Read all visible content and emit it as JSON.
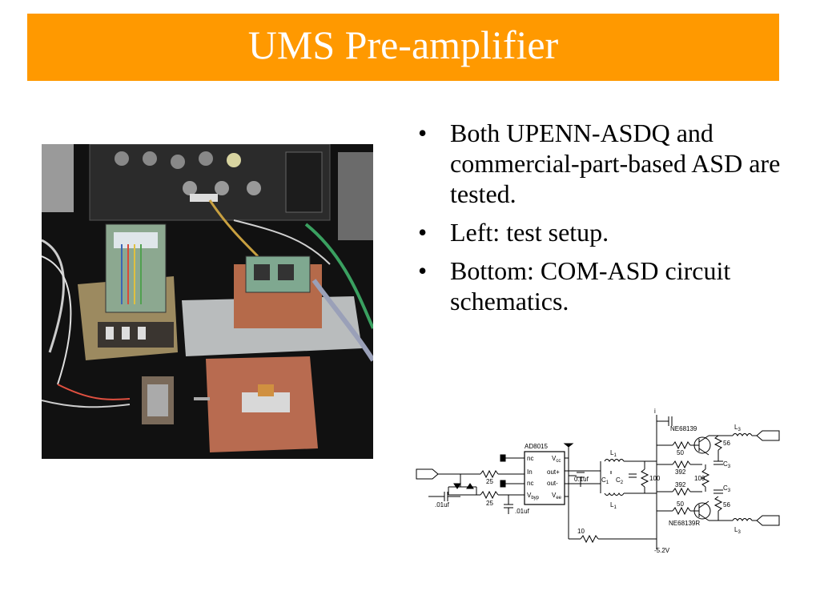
{
  "slide": {
    "title": "UMS Pre-amplifier",
    "accent_color": "#ff9900"
  },
  "bullets": [
    {
      "marker": "•",
      "text": "Both UPENN-ASDQ and commercial-part-based ASD are tested."
    },
    {
      "marker": "•",
      "text": "Left: test setup."
    },
    {
      "marker": "•",
      "text": "Bottom: COM-ASD circuit schematics."
    }
  ],
  "schematic": {
    "chip": "AD8015",
    "pins_left": [
      "nc",
      "In",
      "nc",
      "V"
    ],
    "pin_byp_sub": "byp",
    "pins_right": [
      "V",
      "out+",
      "out-",
      "V"
    ],
    "pin_cc_sub": "cc",
    "pin_ee_sub": "ee",
    "cap_in": ".01uf",
    "cap_byp": ".01uf",
    "cap_couple": "0.1uf",
    "r_in_top": "25",
    "r_in_bot": "25",
    "r_feedback": "10",
    "l1": "L",
    "l1_sub": "1",
    "c1": "C",
    "c1_sub": "1",
    "c2": "C",
    "c2_sub": "2",
    "r_100": "100",
    "r_50_top": "50",
    "r_392_top": "392",
    "r_392_bot": "392",
    "r_50_bot": "50",
    "r_100_vert": "100",
    "r_56_top": "56",
    "r_56_bot": "56",
    "l3": "L",
    "l3_sub": "3",
    "c3": "C",
    "c3_sub": "3",
    "q_top": "NE68139",
    "q_bot": "NE68139R",
    "vee_label": "-5.2V"
  }
}
